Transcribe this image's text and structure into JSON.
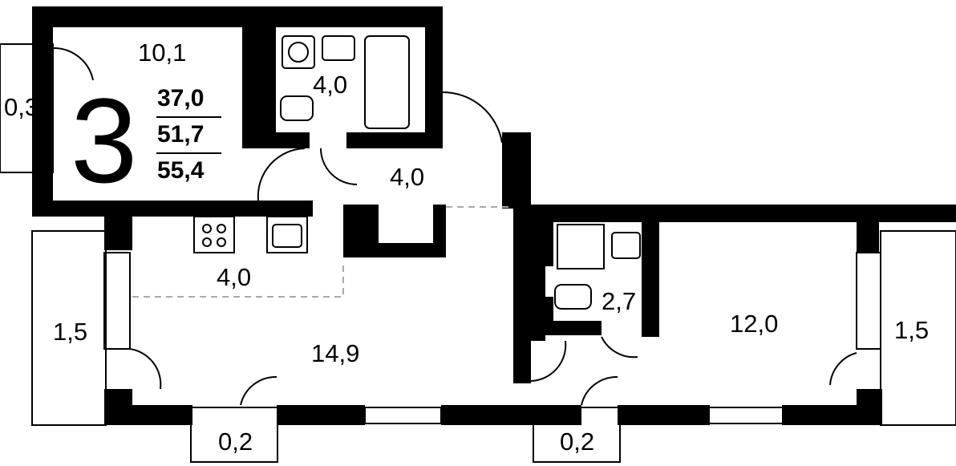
{
  "summary": {
    "rooms": "3",
    "living_area": "37,0",
    "total_area": "51,7",
    "total_with_balcony": "55,4"
  },
  "rooms": {
    "room_top_left": "10,1",
    "balcony_left_top": "0,3",
    "bathroom_top": "4,0",
    "hall": "4,0",
    "kitchen_zone": "4,0",
    "living_room": "14,9",
    "loggia_left": "1,5",
    "wc_right": "2,7",
    "bedroom_right": "12,0",
    "loggia_right": "1,5",
    "niche_bottom_left": "0,2",
    "niche_bottom_right": "0,2"
  },
  "colors": {
    "wall": "#000000",
    "background": "#ffffff",
    "zone_line": "#aaaaaa"
  }
}
